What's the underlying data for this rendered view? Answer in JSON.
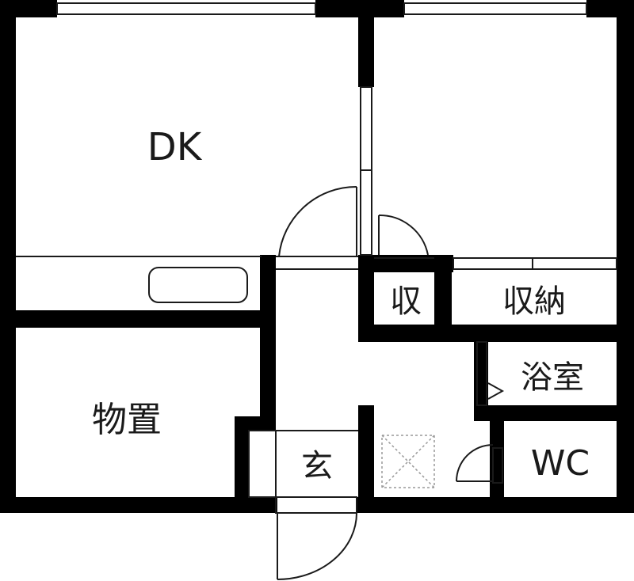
{
  "rooms": {
    "dk": "DK",
    "shu": "収",
    "shuno": "収納",
    "yokushitsu": "浴室",
    "wc": "WC",
    "monooki": "物置",
    "genkan": "玄"
  },
  "colors": {
    "wall": "#000000",
    "line": "#1a1a1a",
    "dashed": "#999999",
    "background": "#ffffff"
  }
}
